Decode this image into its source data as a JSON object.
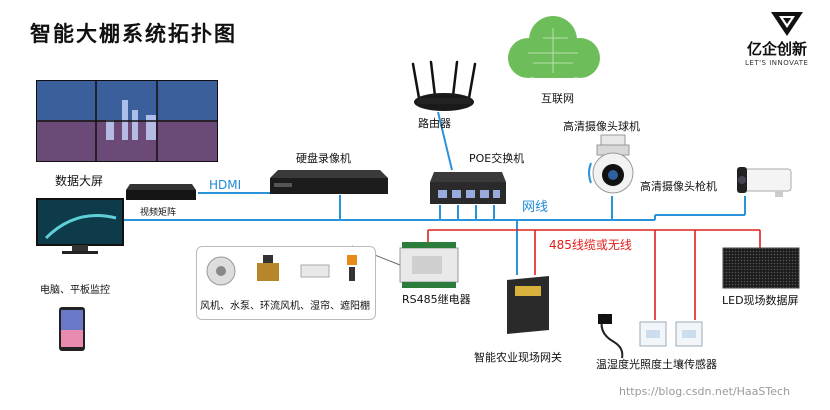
{
  "title": "智能大棚系统拓扑图",
  "brand": {
    "name": "亿企创新",
    "slogan": "LET'S INNOVATE"
  },
  "nodes": {
    "internet": "互联网",
    "router": "路由器",
    "poe_switch": "POE交换机",
    "dome_camera": "高清摄像头球机",
    "bullet_camera": "高清摄像头枪机",
    "nvr": "硬盘录像机",
    "big_screen": "数据大屏",
    "video_matrix": "视频矩阵",
    "pc_tablet": "电脑、平板监控",
    "relay": "RS485继电器",
    "actuators": "风机、水泵、环流风机、湿帘、遮阳棚",
    "gateway": "智能农业现场网关",
    "sensors": "温湿度光照度土壤传感器",
    "led_screen": "LED现场数据屏"
  },
  "links": {
    "hdmi": "HDMI",
    "network": "网线",
    "rs485": "485线缆或无线"
  },
  "watermark": "https://blog.csdn.net/HaaSTech",
  "colors": {
    "network": "#1f8ad6",
    "rs485": "#e0201c",
    "cloud": "#6dbe5a"
  }
}
